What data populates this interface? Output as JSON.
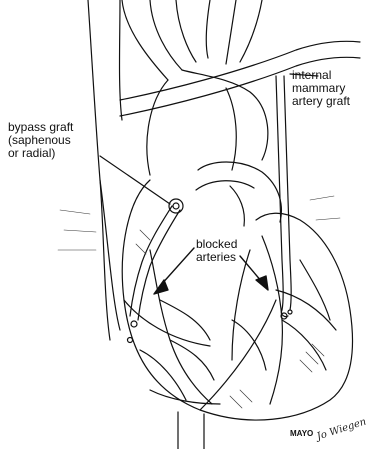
{
  "labels": {
    "internal_mammary": [
      "internal",
      "mammary",
      "artery graft"
    ],
    "bypass_graft": [
      "bypass graft",
      "(saphenous",
      "or radial)"
    ],
    "blocked_arteries": [
      "blocked",
      "arteries"
    ]
  },
  "credit": {
    "mark": "MAYO",
    "signature": "Jo Wiegen"
  },
  "colors": {
    "ink": "#111111",
    "background": "#ffffff"
  }
}
